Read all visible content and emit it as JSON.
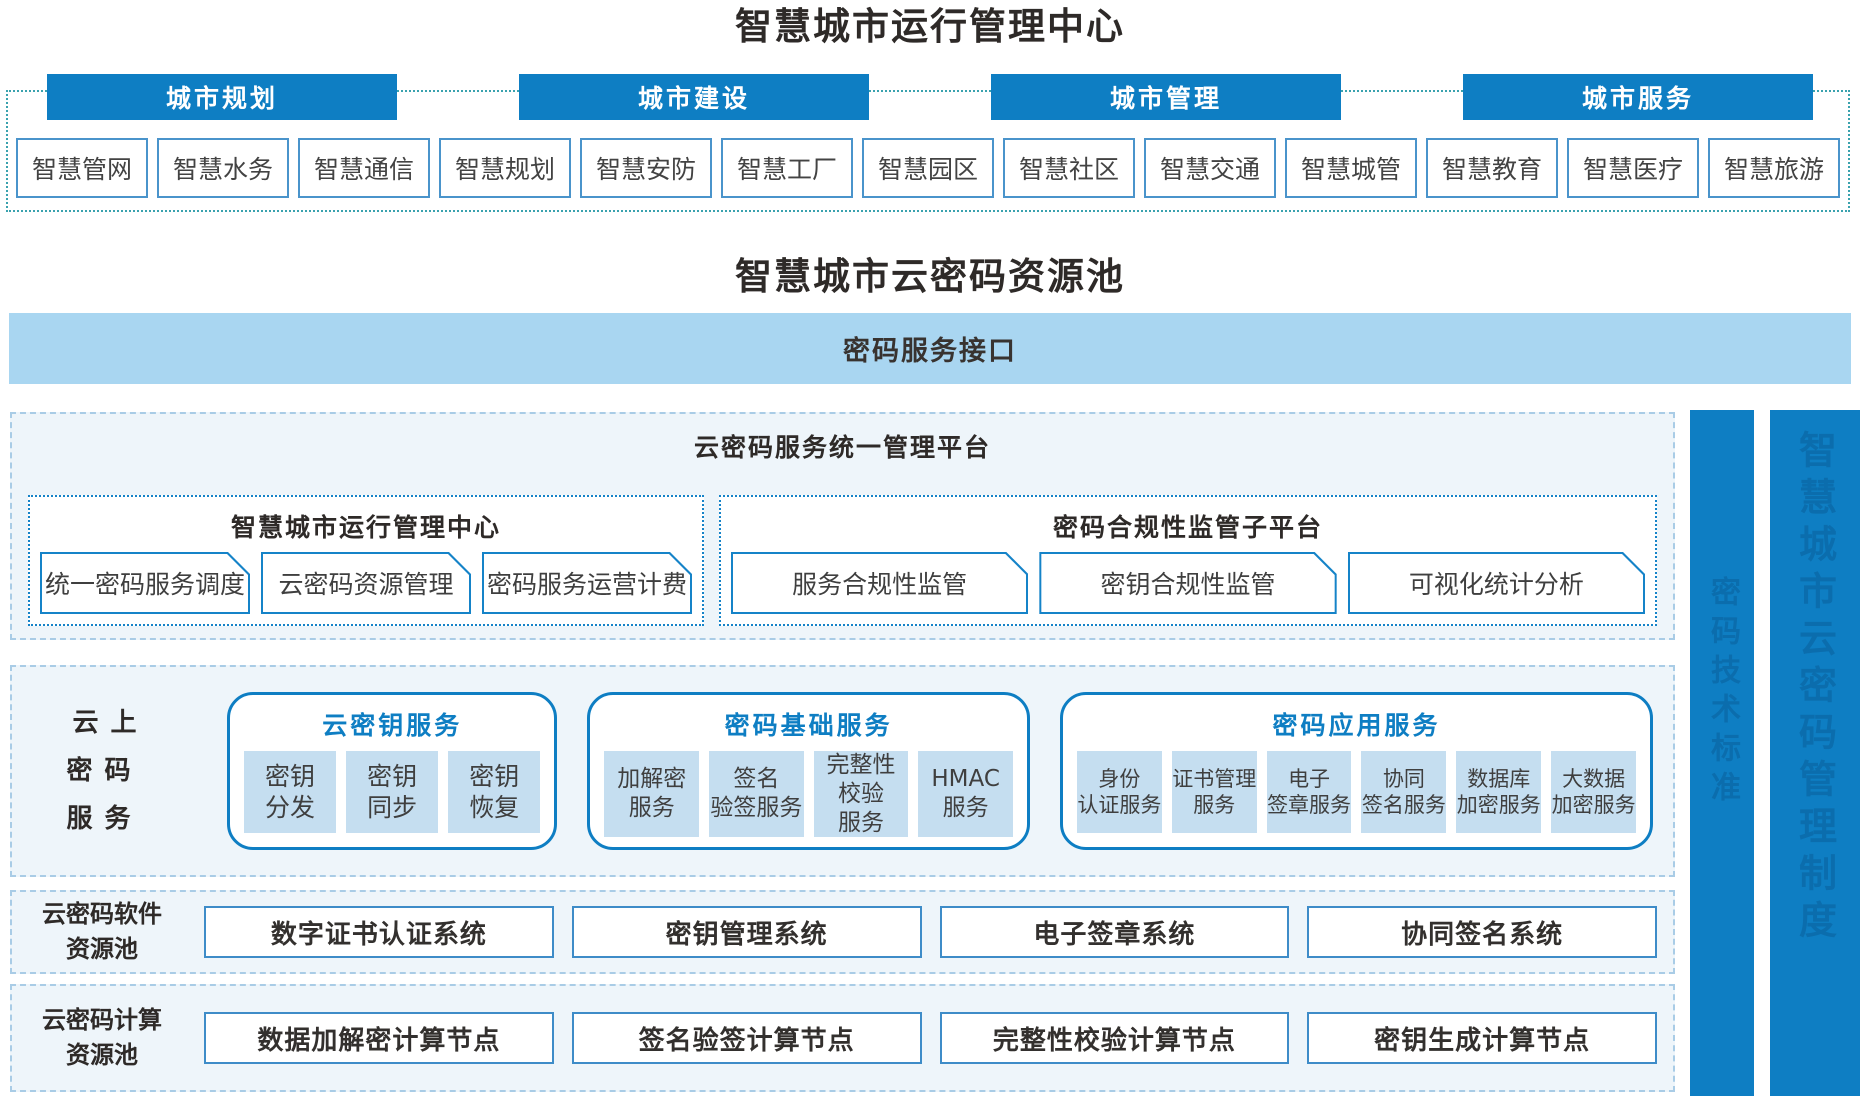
{
  "titles": {
    "main": "智慧城市运行管理中心",
    "pool": "智慧城市云密码资源池"
  },
  "city": {
    "categories": [
      "城市规划",
      "城市建设",
      "城市管理",
      "城市服务"
    ],
    "apps": [
      "智慧管网",
      "智慧水务",
      "智慧通信",
      "智慧规划",
      "智慧安防",
      "智慧工厂",
      "智慧园区",
      "智慧社区",
      "智慧交通",
      "智慧城管",
      "智慧教育",
      "智慧医疗",
      "智慧旅游"
    ]
  },
  "interface_bar": {
    "label": "密码服务接口"
  },
  "platform": {
    "title": "云密码服务统一管理平台",
    "left": {
      "title": "智慧城市运行管理中心",
      "buttons": [
        "统一密码服务调度",
        "云密码资源管理",
        "密码服务运营计费"
      ]
    },
    "right": {
      "title": "密码合规性监管子平台",
      "buttons": [
        "服务合规性监管",
        "密钥合规性监管",
        "可视化统计分析"
      ]
    }
  },
  "cloud": {
    "label": "云上\n密码\n服务",
    "groups": [
      {
        "title": "云密钥服务",
        "items": [
          "密钥\n分发",
          "密钥\n同步",
          "密钥\n恢复"
        ]
      },
      {
        "title": "密码基础服务",
        "items": [
          "加解密\n服务",
          "签名\n验签服务",
          "完整性\n校验\n服务",
          "HMAC\n服务"
        ]
      },
      {
        "title": "密码应用服务",
        "items": [
          "身份\n认证服务",
          "证书管理\n服务",
          "电子\n签章服务",
          "协同\n签名服务",
          "数据库\n加密服务",
          "大数据\n加密服务"
        ]
      }
    ]
  },
  "software_pool": {
    "label": "云密码软件\n资源池",
    "items": [
      "数字证书认证系统",
      "密钥管理系统",
      "电子签章系统",
      "协同签名系统"
    ]
  },
  "compute_pool": {
    "label": "云密码计算\n资源池",
    "items": [
      "数据加解密计算节点",
      "签名验签计算节点",
      "完整性校验计算节点",
      "密钥生成计算节点"
    ]
  },
  "side_bars": [
    {
      "label": "密码技术标准"
    },
    {
      "label": "智慧城市云密码管理制度"
    }
  ],
  "colors": {
    "primary_blue": "#0e7ec3",
    "interface_bar_fill": "#a9d6f1",
    "item_fill": "#c5def0",
    "section_fill": "#eef5fa",
    "title_text": "#2e2a28"
  }
}
